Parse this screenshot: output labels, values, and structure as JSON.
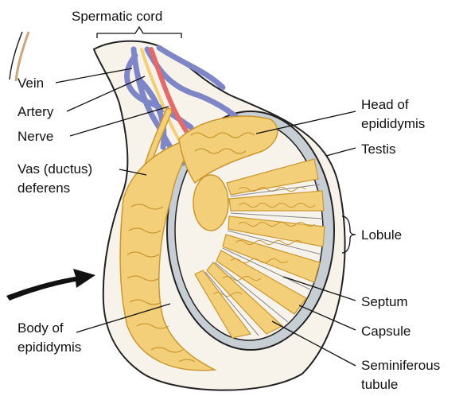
{
  "labels": {
    "spermatic_cord": "Spermatic cord",
    "vein": "Vein",
    "artery": "Artery",
    "nerve": "Nerve",
    "vas_line1": "Vas (ductus)",
    "vas_line2": "deferens",
    "body_line1": "Body of",
    "body_line2": "epididymis",
    "head_line1": "Head of",
    "head_line2": "epididymis",
    "testis": "Testis",
    "lobule": "Lobule",
    "septum": "Septum",
    "capsule": "Capsule",
    "semi_line1": "Seminiferous",
    "semi_line2": "tubule"
  },
  "colors": {
    "tubule": "#f4cf7a",
    "tubule_outline": "#c9972f",
    "capsule": "#c7ced4",
    "vein": "#7f86c8",
    "artery": "#e46a6a",
    "sheath": "#f7f2ea",
    "outline": "#222222"
  }
}
